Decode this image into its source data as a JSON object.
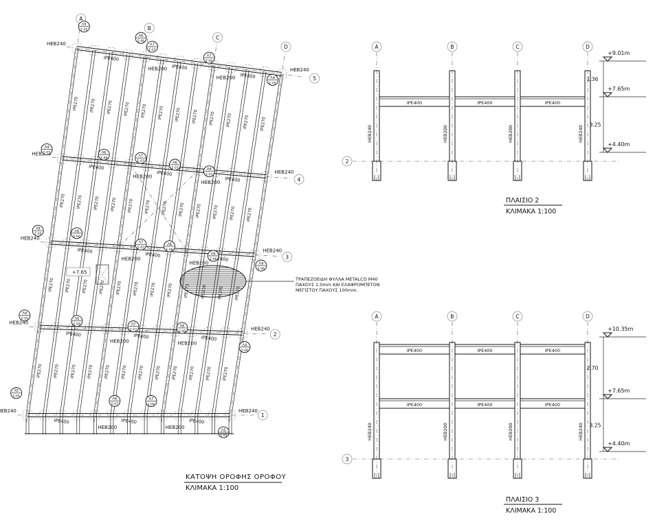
{
  "plan": {
    "grid_letters": [
      "A",
      "B",
      "C",
      "D"
    ],
    "grid_numbers": [
      "1",
      "2",
      "3",
      "4",
      "5"
    ],
    "beam_labels": [
      "IPE400",
      "IPE270",
      "HEB240",
      "HEB200"
    ],
    "level_mark": "+7.65",
    "note_lines": [
      "ΤΡΑΠΕΖΟΕΙΔΗ ΦΥΛΛΑ METALCO M40",
      "ΠΑΧΟΥΣ 1.0mm  ΚΑΙ ΕΛΑΦΡΟΜΠΕΤΟΝ",
      "ΜΕΓΙΣΤΟΥ ΠΑΧΟΥΣ 100mm."
    ],
    "title": "ΚΑΤΟΨΗ ΟΡΟΦΗΣ ΟΡΟΦΟΥ",
    "scale": "ΚΛΙΜΑΚΑ 1:100"
  },
  "tags": {
    "top": [
      "Λ5",
      "Λ6",
      "Λ7",
      "Λ8",
      "Λ4"
    ],
    "bottom": [
      "Σ-05",
      "Σ-06",
      "Σ-07"
    ]
  },
  "frame2": {
    "grid_letters": [
      "A",
      "B",
      "C",
      "D"
    ],
    "row_label": "2",
    "beams": [
      "IPE400",
      "IPE400",
      "IPE400"
    ],
    "columns": [
      "HEB240",
      "HEB200",
      "HEB200",
      "HEB240"
    ],
    "levels": [
      "+9.01m",
      "+7.65m",
      "+4.40m"
    ],
    "dims": [
      "1.36",
      "3.25"
    ],
    "title": "ΠΛΑΙΣΙΟ 2",
    "scale": "ΚΛΙΜΑΚΑ 1:100"
  },
  "frame3": {
    "grid_letters": [
      "A",
      "B",
      "C",
      "D"
    ],
    "row_label": "3",
    "beams_top": [
      "IPE400",
      "IPE400",
      "IPE400"
    ],
    "beams_mid": [
      "IPE400",
      "IPE400",
      "IPE400"
    ],
    "columns": [
      "HEB240",
      "HEB200",
      "HEB200",
      "HEB240"
    ],
    "levels": [
      "+10.35m",
      "+7.65m",
      "+4.40m"
    ],
    "dims": [
      "2.70",
      "3.25"
    ],
    "title": "ΠΛΑΙΣΙΟ 3",
    "scale": "ΚΛΙΜΑΚΑ 1:100"
  }
}
